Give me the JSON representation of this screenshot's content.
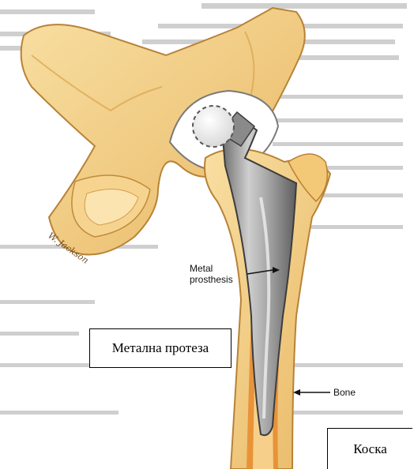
{
  "labels": {
    "metal_prosthesis": [
      "Metal",
      "prosthesis"
    ],
    "bone": "Bone",
    "signature": "W. Jackson"
  },
  "overlay_boxes": {
    "metal_prosthesis_translation": "Метална протеза",
    "bone_translation": "Коска"
  },
  "colors": {
    "bone_fill": "#f2cf86",
    "bone_shadow": "#d9a44e",
    "metal_fill": "#9a9a9a",
    "metal_highlight": "#d8d8d8",
    "cortex_orange": "#e8892e"
  }
}
